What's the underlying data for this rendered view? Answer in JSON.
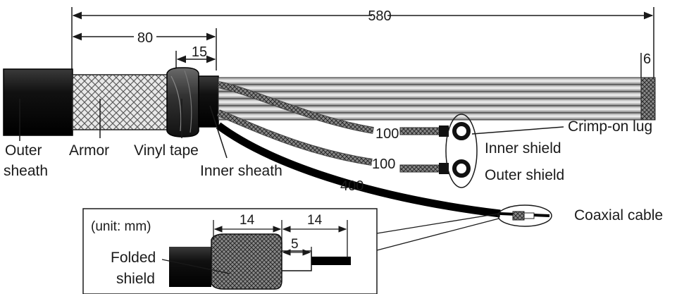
{
  "dimensions": {
    "total": "580",
    "armor_strip": "80",
    "tape": "15",
    "end": "6",
    "inner_shield_len": "100",
    "outer_shield_len": "100",
    "coax_len": "400"
  },
  "labels": {
    "outer_sheath_1": "Outer",
    "outer_sheath_2": "sheath",
    "armor": "Armor",
    "vinyl_tape": "Vinyl tape",
    "inner_sheath": "Inner sheath",
    "crimp_on_lug": "Crimp-on lug",
    "inner_shield": "Inner shield",
    "outer_shield": "Outer shield",
    "coaxial_cable": "Coaxial cable"
  },
  "detail": {
    "unit": "(unit: mm)",
    "dim_a": "14",
    "dim_b": "14",
    "dim_c": "5",
    "folded_1": "Folded",
    "folded_2": "shield"
  }
}
